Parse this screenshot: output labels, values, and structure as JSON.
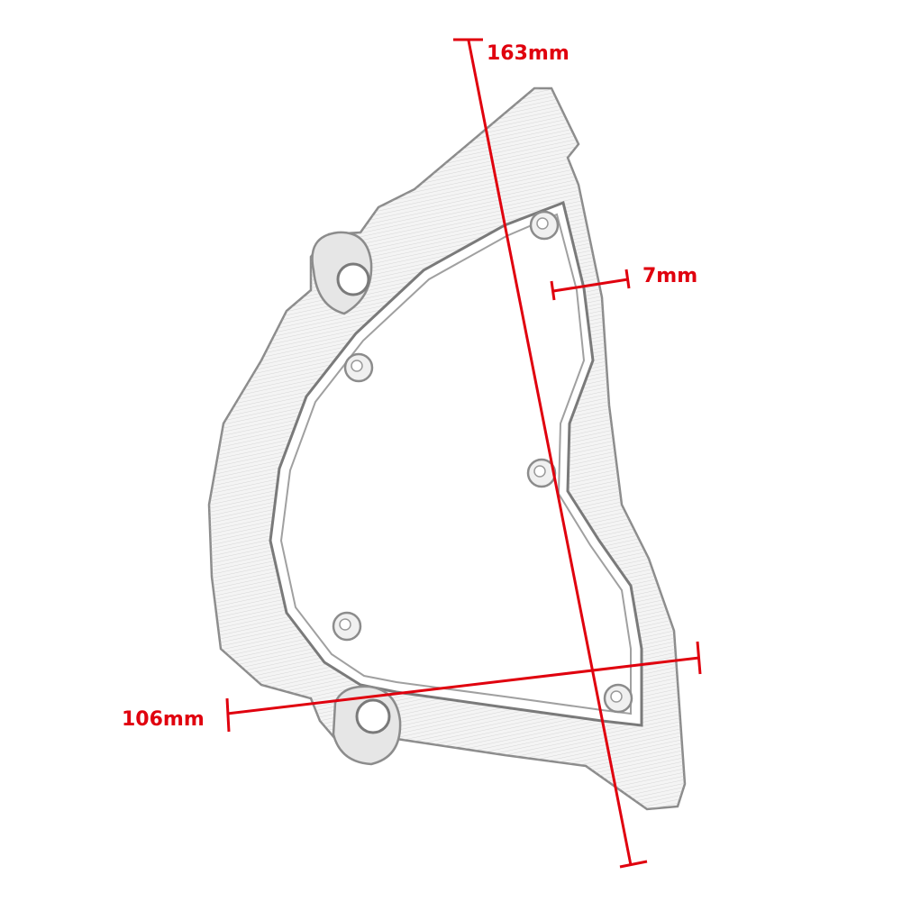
{
  "colors": {
    "background": "#ffffff",
    "part_fill": "#f3f3f3",
    "part_edge": "#8c8c8c",
    "texture": "#b9b9b9",
    "dimension": "#e0000e"
  },
  "dimensions": {
    "length_label": "163mm",
    "width_label": "106mm",
    "thickness_label": "7mm"
  }
}
